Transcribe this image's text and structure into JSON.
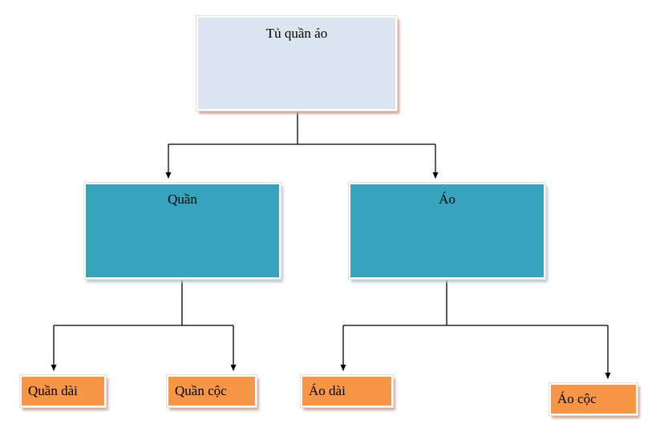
{
  "diagram": {
    "type": "tree",
    "root": {
      "id": "tu-quan-ao",
      "label": "Tủ quần áo",
      "fill": "#dce4f0"
    },
    "branches": [
      {
        "id": "quan",
        "label": "Quần",
        "fill": "#38a3bd",
        "parent": "tu-quan-ao"
      },
      {
        "id": "ao",
        "label": "Áo",
        "fill": "#38a3bd",
        "parent": "tu-quan-ao"
      }
    ],
    "leaves": [
      {
        "id": "quan-dai",
        "label": "Quần dài",
        "fill": "#f79646",
        "parent": "quan"
      },
      {
        "id": "quan-coc",
        "label": "Quần cộc",
        "fill": "#f79646",
        "parent": "quan"
      },
      {
        "id": "ao-dai",
        "label": "Áo dài",
        "fill": "#f79646",
        "parent": "ao"
      },
      {
        "id": "ao-coc",
        "label": "Áo cộc",
        "fill": "#f79646",
        "parent": "ao"
      }
    ],
    "connector_color": "#000000"
  }
}
